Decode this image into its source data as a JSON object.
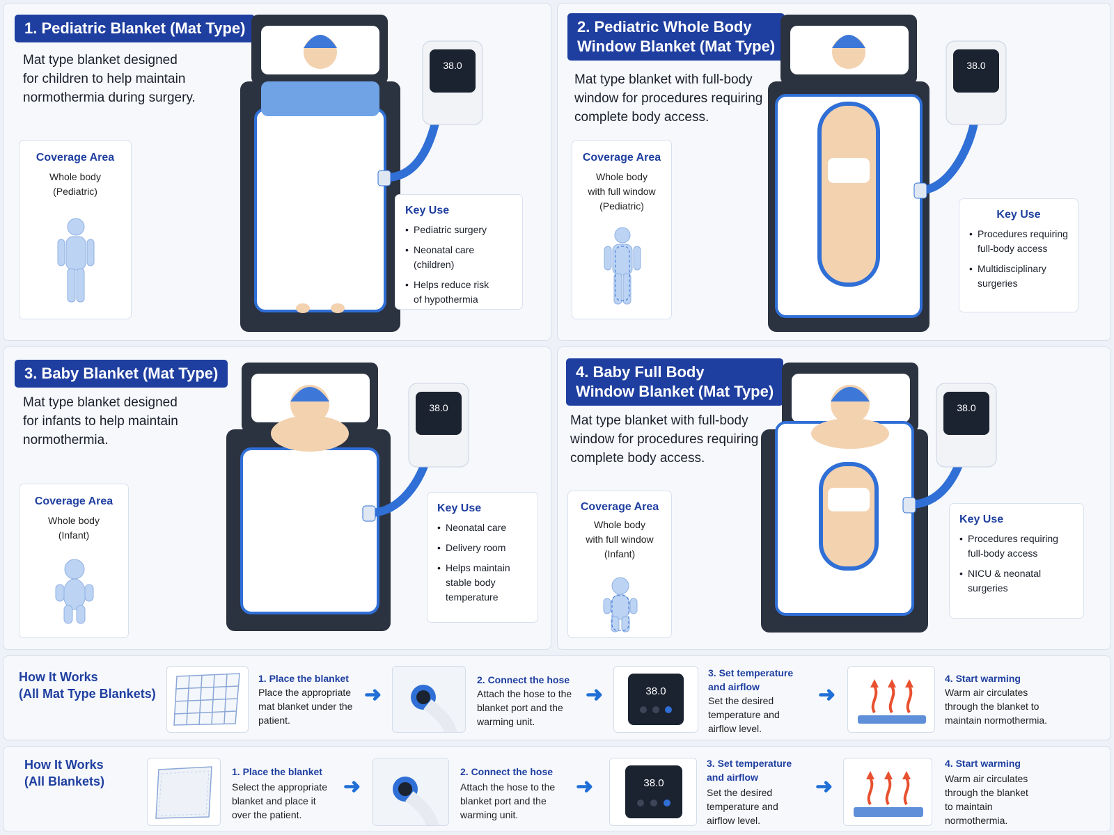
{
  "colors": {
    "accent": "#1f3fa0",
    "hose": "#2f6fd6",
    "mat": "#2b3240"
  },
  "panels": [
    {
      "title": "1. Pediatric Blanket (Mat Type)",
      "description": "Mat type blanket designed\nfor children to help maintain\nnormothermia during surgery.",
      "coverage_title": "Coverage Area",
      "coverage_text": "Whole body\n(Pediatric)",
      "key_use_title": "Key Use",
      "key_use": [
        "Pediatric surgery",
        "Neonatal care (children)",
        "Helps reduce risk\nof hypothermia"
      ],
      "device_temp": "38.0"
    },
    {
      "title": "2. Pediatric Whole Body\n    Window Blanket (Mat Type)",
      "description": "Mat type blanket with full-body\nwindow for procedures requiring\ncomplete body access.",
      "coverage_title": "Coverage Area",
      "coverage_text": "Whole body\nwith full window\n(Pediatric)",
      "key_use_title": "Key Use",
      "key_use": [
        "Procedures requiring\nfull-body access",
        "Multidisciplinary\nsurgeries"
      ],
      "device_temp": "38.0"
    },
    {
      "title": "3. Baby Blanket (Mat Type)",
      "description": "Mat type blanket designed\nfor infants to help maintain\nnormothermia.",
      "coverage_title": "Coverage Area",
      "coverage_text": "Whole body\n(Infant)",
      "key_use_title": "Key Use",
      "key_use": [
        "Neonatal care",
        "Delivery room",
        "Helps maintain\nstable body\ntemperature"
      ],
      "device_temp": "38.0"
    },
    {
      "title": "4. Baby Full Body\n    Window Blanket (Mat Type)",
      "description": "Mat type blanket with full-body\nwindow for procedures requiring\ncomplete body access.",
      "coverage_title": "Coverage Area",
      "coverage_text": "Whole body\nwith full window\n(Infant)",
      "key_use_title": "Key Use",
      "key_use": [
        "Procedures requiring\nfull-body access",
        "NICU & neonatal\nsurgeries"
      ],
      "device_temp": "38.0"
    }
  ],
  "how_it_works": [
    {
      "title": "How It Works\n(All Mat Type Blankets)",
      "steps": [
        {
          "head": "1. Place the blanket",
          "text": "Place the appropriate\nmat blanket under the\npatient.",
          "icon": "blanket-grid-icon"
        },
        {
          "head": "2. Connect the hose",
          "text": "Attach the hose to the\nblanket port and the\nwarming unit.",
          "icon": "hose-port-icon"
        },
        {
          "head": "3. Set temperature\nand airflow",
          "text": "Set the desired\ntemperature and\nairflow level.",
          "icon": "control-panel-icon",
          "temp": "38.0"
        },
        {
          "head": "4. Start warming",
          "text": "Warm air circulates\nthrough the blanket to\nmaintain normothermia.",
          "icon": "warm-air-icon"
        }
      ]
    },
    {
      "title": "How It Works\n(All Blankets)",
      "steps": [
        {
          "head": "1. Place the blanket",
          "text": "Select the appropriate\nblanket and place it\nover the patient.",
          "icon": "blanket-icon"
        },
        {
          "head": "2. Connect the hose",
          "text": "Attach the hose to the\nblanket port and the\nwarming unit.",
          "icon": "hose-port-icon"
        },
        {
          "head": "3. Set temperature\nand airflow",
          "text": "Set the desired\ntemperature and\nairflow level.",
          "icon": "control-panel-icon",
          "temp": "38.0"
        },
        {
          "head": "4. Start warming",
          "text": "Warm air circulates\nthrough the blanket\nto maintain\nnormothermia.",
          "icon": "warm-air-icon"
        }
      ]
    }
  ]
}
